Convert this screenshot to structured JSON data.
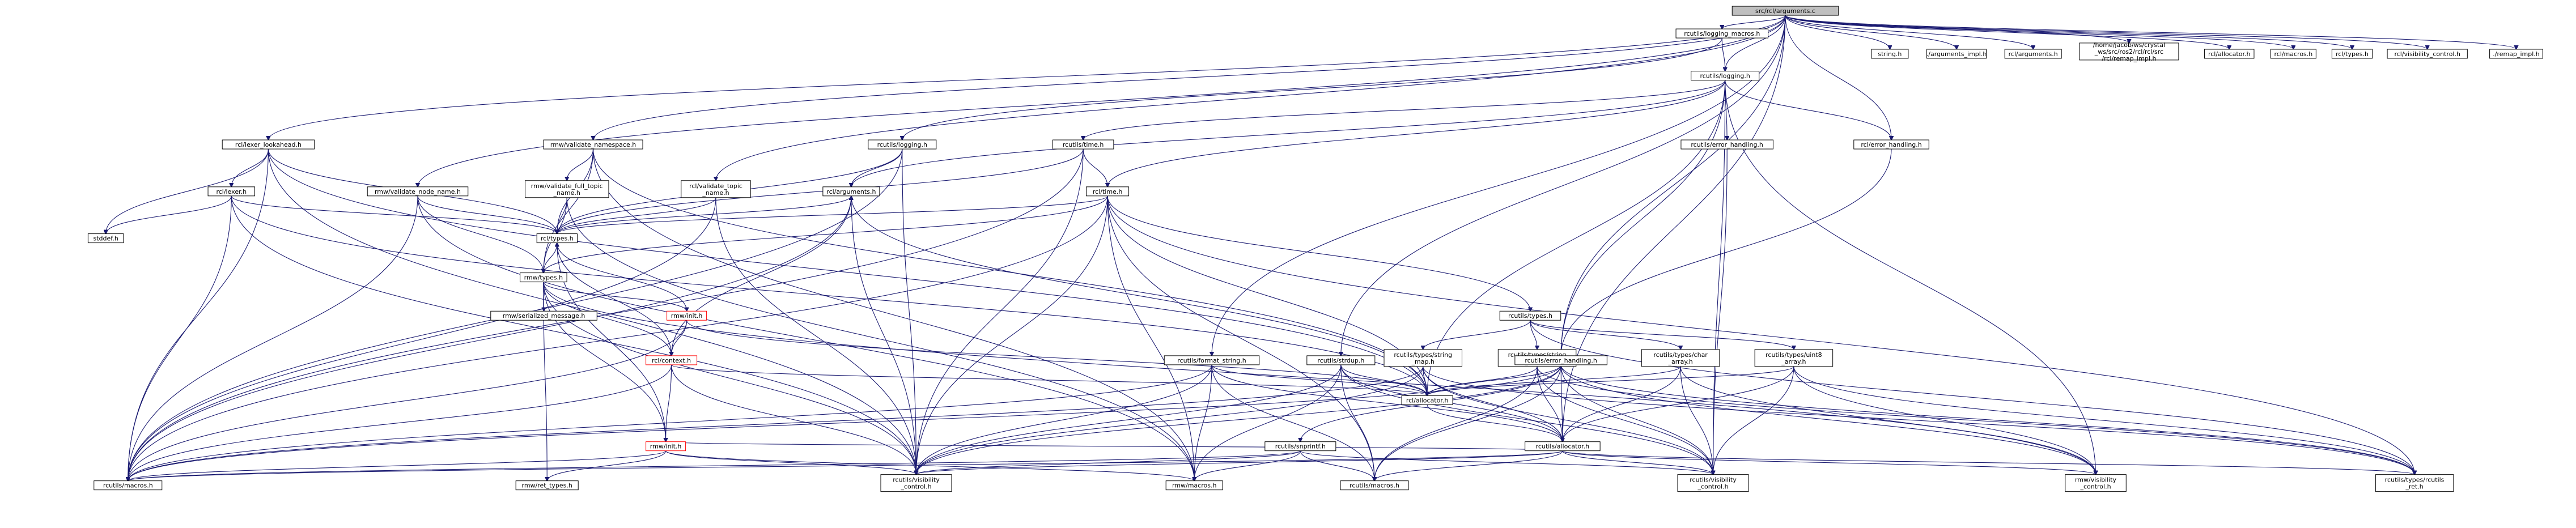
{
  "root": "src/rcl/arguments.c",
  "colors": {
    "edge": "#191970",
    "root_fill": "#bfbfbf",
    "cycle_border": "#ff0000",
    "node_border": "#000000"
  },
  "nodes": {
    "arguments_c": [
      "src/rcl/arguments.c"
    ],
    "logging_macros": [
      "rcutils/logging_macros.h"
    ],
    "string_h": [
      "string.h"
    ],
    "arguments_impl": [
      "./arguments_impl.h"
    ],
    "rcl_arguments_top": [
      "rcl/arguments.h"
    ],
    "lexer_lookahead_c": [
      "/home/jacob/ws/crystal",
      "_ws/src/ros2/rcl/rcl/src",
      "/rcl/remap_impl.h"
    ],
    "rcl_allocator_top": [
      "rcl/allocator.h"
    ],
    "rcl_macros_top": [
      "rcl/macros.h"
    ],
    "rcl_types_top": [
      "rcl/types.h"
    ],
    "rcl_visibility_control": [
      "rcl/visibility_control.h"
    ],
    "remap_impl": [
      "./remap_impl.h"
    ],
    "rcutils_logging": [
      "rcutils/logging.h"
    ],
    "rcl_lexer_lookahead": [
      "rcl/lexer_lookahead.h"
    ],
    "rmw_validate_namespace": [
      "rmw/validate_namespace.h"
    ],
    "rcutils_logging2": [
      "rcutils/logging.h"
    ],
    "rcutils_time": [
      "rcutils/time.h"
    ],
    "rcutils_error_handling_top": [
      "rcutils/error_handling.h"
    ],
    "rcl_error_handling": [
      "rcl/error_handling.h"
    ],
    "rcl_lexer": [
      "rcl/lexer.h"
    ],
    "rmw_validate_node_name": [
      "rmw/validate_node_name.h"
    ],
    "rmw_validate_full_topic": [
      "rmw/validate_full_topic",
      "_name.h"
    ],
    "rcl_validate_topic": [
      "rcl/validate_topic",
      "_name.h"
    ],
    "rcl_arguments": [
      "rcl/arguments.h"
    ],
    "rcl_time": [
      "rcl/time.h"
    ],
    "stddef": [
      "stddef.h"
    ],
    "rcl_types": [
      "rcl/types.h"
    ],
    "rmw_types": [
      "rmw/types.h"
    ],
    "rmw_serialized_message": [
      "rmw/serialized_message.h"
    ],
    "rmw_init": [
      "rmw/init.h"
    ],
    "rcl_context": [
      "rcl/context.h"
    ],
    "rmw_init2": [
      "rmw/init.h"
    ],
    "rcutils_types": [
      "rcutils/types.h"
    ],
    "rcutils_types_string_map": [
      "rcutils/types/string",
      "_map.h"
    ],
    "rcutils_types_string_array": [
      "rcutils/types/string",
      "_array.h"
    ],
    "rcutils_types_char_array": [
      "rcutils/types/char",
      "_array.h"
    ],
    "rcutils_types_uint8_array": [
      "rcutils/types/uint8",
      "_array.h"
    ],
    "rcutils_format_string": [
      "rcutils/format_string.h"
    ],
    "rcutils_strdup": [
      "rcutils/strdup.h"
    ],
    "rcutils_error_handling": [
      "rcutils/error_handling.h"
    ],
    "rcl_allocator": [
      "rcl/allocator.h"
    ],
    "rcutils_snprintf": [
      "rcutils/snprintf.h"
    ],
    "rcutils_allocator": [
      "rcutils/allocator.h"
    ],
    "rcutils_macros": [
      "rcutils/macros.h"
    ],
    "rmw_ret_types": [
      "rmw/ret_types.h"
    ],
    "rcutils_visibility_control": [
      "rcutils/visibility",
      "_control.h"
    ],
    "rmw_macros": [
      "rmw/macros.h"
    ],
    "rcutils_macros2": [
      "rcutils/macros.h"
    ],
    "rcutils_visibility_control2": [
      "rcutils/visibility",
      "_control.h"
    ],
    "rmw_visibility_control": [
      "rmw/visibility",
      "_control.h"
    ],
    "rcutils_types_rcutils_ret": [
      "rcutils/types/rcutils",
      "_ret.h"
    ]
  },
  "edges": [
    [
      "arguments_c",
      "logging_macros"
    ],
    [
      "arguments_c",
      "string_h"
    ],
    [
      "arguments_c",
      "arguments_impl"
    ],
    [
      "arguments_c",
      "rcl_arguments_top"
    ],
    [
      "arguments_c",
      "lexer_lookahead_c"
    ],
    [
      "arguments_c",
      "rcl_allocator_top"
    ],
    [
      "arguments_c",
      "rcl_macros_top"
    ],
    [
      "arguments_c",
      "rcl_types_top"
    ],
    [
      "arguments_c",
      "rcl_visibility_control"
    ],
    [
      "arguments_c",
      "remap_impl"
    ],
    [
      "arguments_c",
      "rcutils_logging"
    ],
    [
      "arguments_c",
      "rcl_lexer_lookahead"
    ],
    [
      "arguments_c",
      "rmw_validate_namespace"
    ],
    [
      "arguments_c",
      "rmw_validate_node_name"
    ],
    [
      "arguments_c",
      "rcl_validate_topic"
    ],
    [
      "arguments_c",
      "rcutils_format_string"
    ],
    [
      "arguments_c",
      "rcutils_strdup"
    ],
    [
      "arguments_c",
      "rcl_error_handling"
    ],
    [
      "arguments_c",
      "rcutils_error_handling"
    ],
    [
      "arguments_c",
      "rcutils_allocator"
    ],
    [
      "logging_macros",
      "rcutils_logging"
    ],
    [
      "logging_macros",
      "rcutils_logging2"
    ],
    [
      "rcutils_logging",
      "rcutils_time"
    ],
    [
      "rcutils_logging",
      "rcutils_error_handling_top"
    ],
    [
      "rcutils_logging",
      "rcl_error_handling"
    ],
    [
      "rcutils_logging",
      "rcl_arguments"
    ],
    [
      "rcutils_logging",
      "rcl_time"
    ],
    [
      "rcutils_logging",
      "rcutils_error_handling"
    ],
    [
      "rcutils_logging",
      "rcutils_visibility_control2"
    ],
    [
      "rcutils_logging",
      "rcl_allocator"
    ],
    [
      "rcutils_logging",
      "rmw_visibility_control"
    ],
    [
      "rcl_lexer_lookahead",
      "rcl_lexer"
    ],
    [
      "rcl_lexer_lookahead",
      "stddef"
    ],
    [
      "rcl_lexer_lookahead",
      "rcl_types"
    ],
    [
      "rcl_lexer_lookahead",
      "rcutils_macros"
    ],
    [
      "rcl_lexer_lookahead",
      "rcutils_visibility_control"
    ],
    [
      "rcl_lexer_lookahead",
      "rcl_allocator"
    ],
    [
      "rmw_validate_namespace",
      "rmw_validate_full_topic"
    ],
    [
      "rmw_validate_namespace",
      "rmw_types"
    ],
    [
      "rmw_validate_namespace",
      "rcl_types"
    ],
    [
      "rmw_validate_namespace",
      "rmw_macros"
    ],
    [
      "rmw_validate_namespace",
      "rcl_allocator"
    ],
    [
      "rcutils_logging2",
      "rcl_arguments"
    ],
    [
      "rcutils_logging2",
      "rcl_types"
    ],
    [
      "rcutils_logging2",
      "rcutils_macros"
    ],
    [
      "rcutils_logging2",
      "rcutils_visibility_control"
    ],
    [
      "rcutils_time",
      "rcl_time"
    ],
    [
      "rcutils_time",
      "rcl_types"
    ],
    [
      "rcutils_time",
      "rcutils_macros"
    ],
    [
      "rcutils_time",
      "rcutils_visibility_control"
    ],
    [
      "rcl_lexer",
      "stddef"
    ],
    [
      "rcl_lexer",
      "rcl_types"
    ],
    [
      "rcl_lexer",
      "rcutils_macros"
    ],
    [
      "rcl_lexer",
      "rcutils_visibility_control"
    ],
    [
      "rcl_lexer",
      "rcl_allocator"
    ],
    [
      "rmw_validate_node_name",
      "rmw_types"
    ],
    [
      "rmw_validate_node_name",
      "rcl_types"
    ],
    [
      "rmw_validate_node_name",
      "rcutils_macros"
    ],
    [
      "rmw_validate_node_name",
      "rmw_macros"
    ],
    [
      "rmw_validate_full_topic",
      "rmw_types"
    ],
    [
      "rmw_validate_full_topic",
      "rcl_types"
    ],
    [
      "rmw_validate_full_topic",
      "rmw_macros"
    ],
    [
      "rcl_validate_topic",
      "rcl_types"
    ],
    [
      "rcl_validate_topic",
      "rcutils_macros"
    ],
    [
      "rcl_validate_topic",
      "rcutils_visibility_control"
    ],
    [
      "rcl_arguments",
      "rcl_types"
    ],
    [
      "rcl_arguments",
      "rcl_allocator"
    ],
    [
      "rcl_arguments",
      "rcutils_macros"
    ],
    [
      "rcl_arguments",
      "rcutils_visibility_control"
    ],
    [
      "rcl_time",
      "rmw_types"
    ],
    [
      "rcl_time",
      "rcl_types"
    ],
    [
      "rcl_time",
      "rcutils_types"
    ],
    [
      "rcl_time",
      "rcl_allocator"
    ],
    [
      "rcl_time",
      "rcutils_macros"
    ],
    [
      "rcl_time",
      "rcutils_visibility_control"
    ],
    [
      "rcl_time",
      "rmw_macros"
    ],
    [
      "rcl_time",
      "rcutils_macros2"
    ],
    [
      "rcl_time",
      "rcutils_types_rcutils_ret"
    ],
    [
      "rcl_types",
      "rmw_types"
    ],
    [
      "rmw_types",
      "rmw_serialized_message"
    ],
    [
      "rmw_types",
      "rmw_init"
    ],
    [
      "rmw_types",
      "rcl_context"
    ],
    [
      "rmw_types",
      "rmw_init2"
    ],
    [
      "rmw_types",
      "rmw_ret_types"
    ],
    [
      "rmw_types",
      "rcutils_visibility_control"
    ],
    [
      "rmw_types",
      "rmw_visibility_control"
    ],
    [
      "rmw_init",
      "rcl_types"
    ],
    [
      "rmw_init",
      "rcl_allocator"
    ],
    [
      "rmw_init",
      "rcutils_macros"
    ],
    [
      "rmw_init",
      "rcl_context"
    ],
    [
      "rcl_context",
      "rcl_arguments"
    ],
    [
      "rcl_context",
      "rcl_types"
    ],
    [
      "rcl_context",
      "rmw_init2"
    ],
    [
      "rcl_context",
      "rcl_allocator"
    ],
    [
      "rcl_context",
      "rcutils_macros"
    ],
    [
      "rcl_context",
      "rcutils_visibility_control"
    ],
    [
      "rmw_init2",
      "rcl_types"
    ],
    [
      "rmw_init2",
      "rmw_ret_types"
    ],
    [
      "rmw_init2",
      "rcutils_macros"
    ],
    [
      "rmw_init2",
      "rcutils_visibility_control"
    ],
    [
      "rmw_init2",
      "rmw_macros"
    ],
    [
      "rmw_init2",
      "rcutils_allocator"
    ],
    [
      "rcutils_types",
      "rcutils_types_string_map"
    ],
    [
      "rcutils_types",
      "rcutils_types_string_array"
    ],
    [
      "rcutils_types",
      "rcutils_types_char_array"
    ],
    [
      "rcutils_types",
      "rcutils_types_uint8_array"
    ],
    [
      "rcutils_types",
      "rcutils_types_rcutils_ret"
    ],
    [
      "rcutils_types_string_map",
      "rcl_allocator"
    ],
    [
      "rcutils_types_string_map",
      "rcutils_allocator"
    ],
    [
      "rcutils_types_string_map",
      "rcutils_macros"
    ],
    [
      "rcutils_types_string_map",
      "rcutils_visibility_control"
    ],
    [
      "rcutils_types_string_map",
      "rcutils_visibility_control2"
    ],
    [
      "rcutils_types_string_map",
      "rcutils_types_rcutils_ret"
    ],
    [
      "rcutils_types_string_array",
      "rcl_allocator"
    ],
    [
      "rcutils_types_string_array",
      "rcutils_allocator"
    ],
    [
      "rcutils_types_string_array",
      "rcutils_macros2"
    ],
    [
      "rcutils_types_string_array",
      "rcutils_visibility_control2"
    ],
    [
      "rcutils_types_string_array",
      "rcutils_types_rcutils_ret"
    ],
    [
      "rcutils_types_char_array",
      "rcl_allocator"
    ],
    [
      "rcutils_types_char_array",
      "rcutils_allocator"
    ],
    [
      "rcutils_types_char_array",
      "rcutils_visibility_control2"
    ],
    [
      "rcutils_types_char_array",
      "rmw_visibility_control"
    ],
    [
      "rcutils_types_uint8_array",
      "rcl_allocator"
    ],
    [
      "rcutils_types_uint8_array",
      "rcutils_allocator"
    ],
    [
      "rcutils_types_uint8_array",
      "rcutils_visibility_control2"
    ],
    [
      "rcutils_types_uint8_array",
      "rmw_visibility_control"
    ],
    [
      "rcutils_types_uint8_array",
      "rcutils_types_rcutils_ret"
    ],
    [
      "rcutils_format_string",
      "rcl_allocator"
    ],
    [
      "rcutils_format_string",
      "rcutils_allocator"
    ],
    [
      "rcutils_format_string",
      "rcutils_macros"
    ],
    [
      "rcutils_format_string",
      "rcutils_visibility_control"
    ],
    [
      "rcutils_format_string",
      "rmw_macros"
    ],
    [
      "rcutils_format_string",
      "rcutils_macros2"
    ],
    [
      "rcutils_strdup",
      "rcl_allocator"
    ],
    [
      "rcutils_strdup",
      "rcutils_allocator"
    ],
    [
      "rcutils_strdup",
      "rcutils_visibility_control"
    ],
    [
      "rcutils_strdup",
      "rmw_macros"
    ],
    [
      "rcutils_strdup",
      "rcutils_macros2"
    ],
    [
      "rcutils_strdup",
      "rcutils_visibility_control2"
    ],
    [
      "rcutils_error_handling",
      "rcl_allocator"
    ],
    [
      "rcutils_error_handling",
      "rcutils_snprintf"
    ],
    [
      "rcutils_error_handling",
      "rcutils_allocator"
    ],
    [
      "rcutils_error_handling",
      "rcutils_macros"
    ],
    [
      "rcutils_error_handling",
      "rcutils_visibility_control"
    ],
    [
      "rcutils_error_handling",
      "rcutils_macros2"
    ],
    [
      "rcutils_error_handling",
      "rcutils_visibility_control2"
    ],
    [
      "rcutils_error_handling",
      "rmw_visibility_control"
    ],
    [
      "rcutils_error_handling",
      "rcutils_types_rcutils_ret"
    ],
    [
      "rcutils_snprintf",
      "rcutils_macros"
    ],
    [
      "rcutils_snprintf",
      "rcutils_visibility_control"
    ],
    [
      "rcutils_snprintf",
      "rmw_macros"
    ],
    [
      "rcutils_snprintf",
      "rcutils_macros2"
    ],
    [
      "rcutils_snprintf",
      "rcutils_visibility_control2"
    ],
    [
      "rcl_allocator",
      "rcutils_allocator"
    ],
    [
      "rcutils_allocator",
      "rcutils_macros"
    ],
    [
      "rcutils_allocator",
      "rcutils_visibility_control"
    ],
    [
      "rcutils_allocator",
      "rcutils_macros2"
    ],
    [
      "rcutils_allocator",
      "rcutils_visibility_control2"
    ],
    [
      "rcutils_allocator",
      "rmw_visibility_control"
    ],
    [
      "rcutils_allocator",
      "rcutils_types_rcutils_ret"
    ],
    [
      "rcl_error_handling",
      "rcutils_error_handling"
    ],
    [
      "rcutils_error_handling_top",
      "rcutils_visibility_control2"
    ]
  ]
}
